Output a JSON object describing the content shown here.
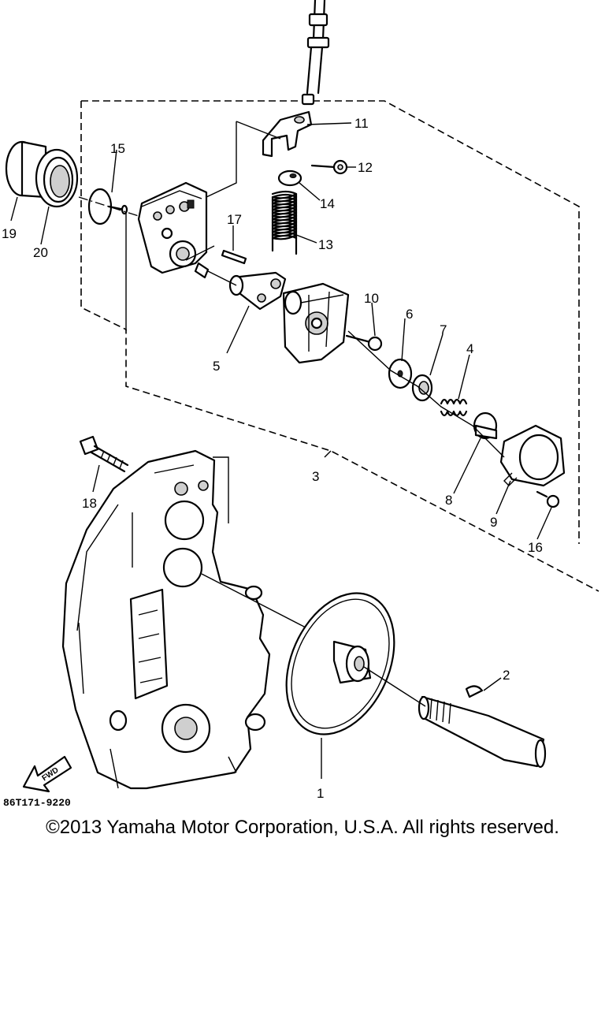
{
  "drawing_code": "86T171-9220",
  "fwd_label": "FWD",
  "copyright": "©2013 Yamaha Motor Corporation, U.S.A. All rights reserved.",
  "callouts": [
    {
      "id": "1",
      "label": "1"
    },
    {
      "id": "2",
      "label": "2"
    },
    {
      "id": "3",
      "label": "3"
    },
    {
      "id": "4",
      "label": "4"
    },
    {
      "id": "5",
      "label": "5"
    },
    {
      "id": "6",
      "label": "6"
    },
    {
      "id": "7",
      "label": "7"
    },
    {
      "id": "8",
      "label": "8"
    },
    {
      "id": "9",
      "label": "9"
    },
    {
      "id": "10",
      "label": "10"
    },
    {
      "id": "11",
      "label": "11"
    },
    {
      "id": "12",
      "label": "12"
    },
    {
      "id": "13",
      "label": "13"
    },
    {
      "id": "14",
      "label": "14"
    },
    {
      "id": "15",
      "label": "15"
    },
    {
      "id": "16",
      "label": "16"
    },
    {
      "id": "17",
      "label": "17"
    },
    {
      "id": "18",
      "label": "18"
    },
    {
      "id": "19",
      "label": "19"
    },
    {
      "id": "20",
      "label": "20"
    }
  ]
}
